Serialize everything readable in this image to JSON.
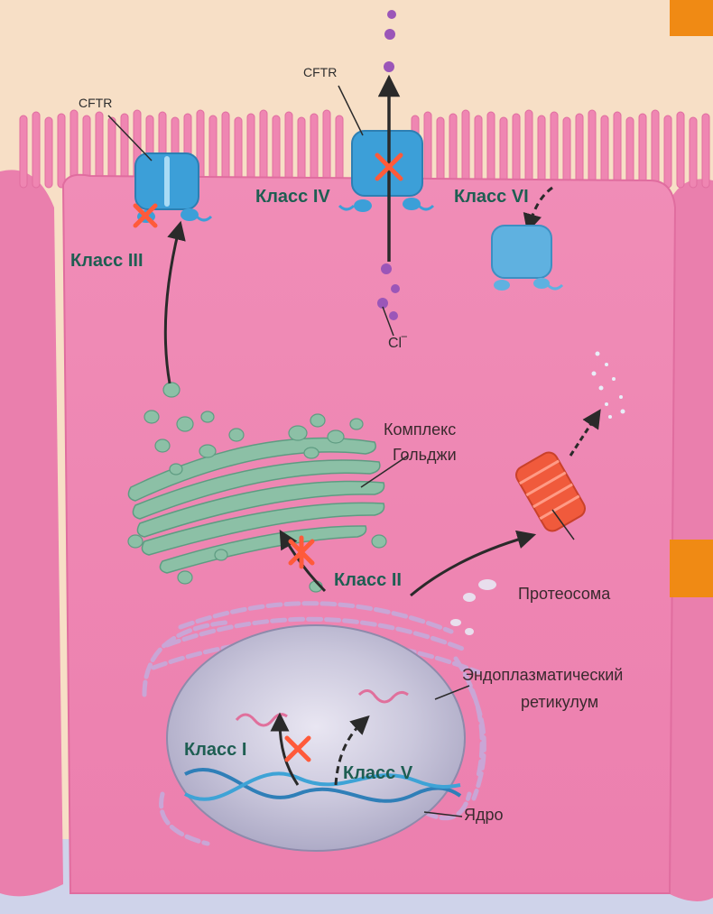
{
  "labels": {
    "cftr_left": "CFTR",
    "cftr_center": "CFTR",
    "class_i": "Класс I",
    "class_ii": "Класс II",
    "class_iii": "Класс III",
    "class_iv": "Класс IV",
    "class_v": "Класс V",
    "class_vi": "Класс VI",
    "chloride": "Cl‾",
    "golgi_line1": "Комплекс",
    "golgi_line2": "Гольджи",
    "proteasome": "Протеосома",
    "er_line1": "Эндоплазматический",
    "er_line2": "ретикулум",
    "nucleus": "Ядро"
  },
  "colors": {
    "background": "#f7dfc6",
    "cell": "#ef86b2",
    "cell_edge": "#e06d9f",
    "cftr": "#3c9fd8",
    "golgi": "#8cc0a6",
    "proteasome": "#f05a3c",
    "block_mark": "#ff5a3a",
    "chloride_ion": "#9b56b8",
    "class_label": "#1e5e52",
    "accent_square": "#f08a14"
  },
  "icons": [
    "cftr-channel-icon",
    "block-x-icon",
    "chloride-ion-icon",
    "golgi-icon",
    "proteasome-icon",
    "dna-icon",
    "mrna-icon"
  ]
}
